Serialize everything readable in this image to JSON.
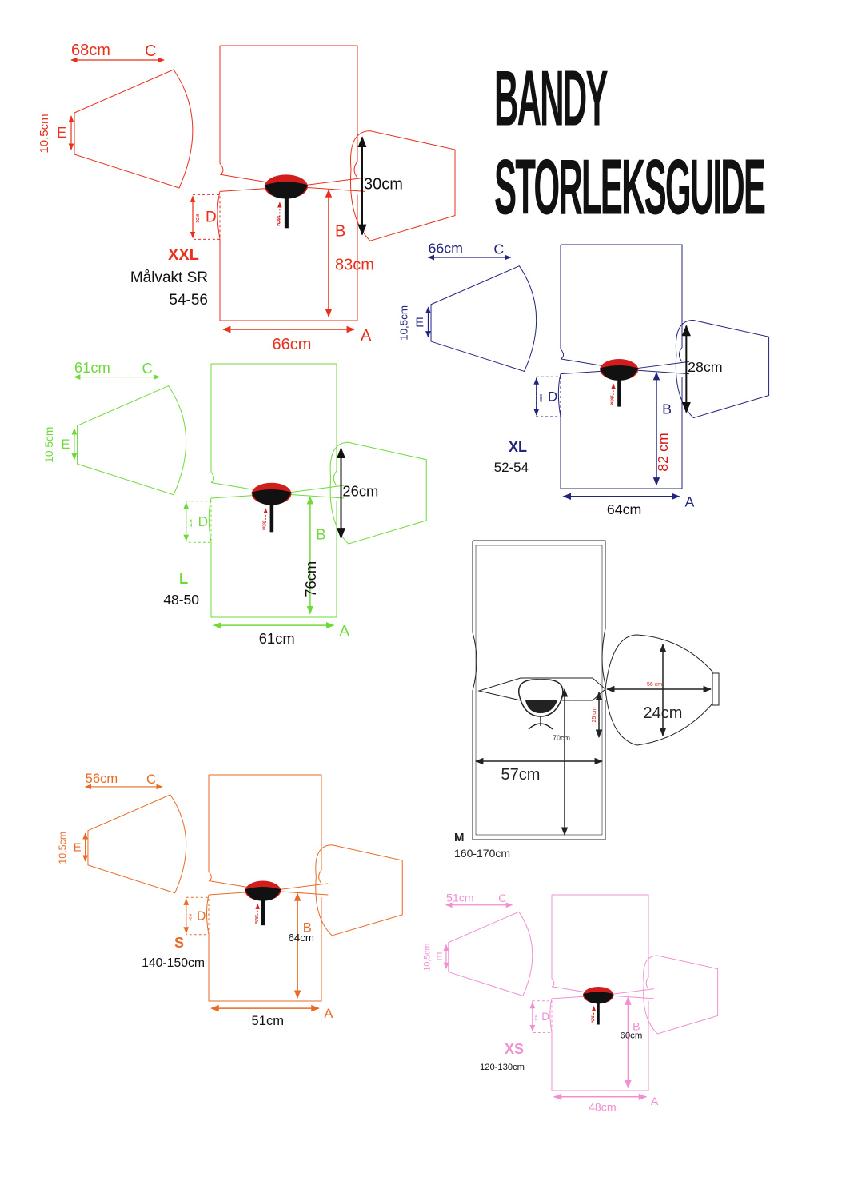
{
  "title": {
    "line1": "BANDY",
    "line2": "STORLEKSGUIDE"
  },
  "colors": {
    "xxl": "#e8301c",
    "xl": "#23247e",
    "l": "#6fd93a",
    "m": "#222222",
    "s": "#ea6a26",
    "xs": "#f28fd3",
    "dark": "#111111",
    "red": "#d21d1d"
  },
  "sizes": [
    {
      "key": "xxl",
      "size": "XXL",
      "line1": "Målvakt SR",
      "line2": "54-56",
      "c_value": "68cm",
      "c_letter": "C",
      "e_value": "10,5cm",
      "e_letter": "E",
      "d_letter": "D",
      "d_small": "3CM",
      "neck_small": "18CM",
      "sleeve_value": "30cm",
      "b_letter": "B",
      "b_value": "83cm",
      "a_value": "66cm",
      "a_letter": "A"
    },
    {
      "key": "xl",
      "size": "XL",
      "line1": "52-54",
      "line2": "",
      "c_value": "66cm",
      "c_letter": "C",
      "e_value": "10,5cm",
      "e_letter": "E",
      "d_letter": "D",
      "d_small": "3CM",
      "neck_small": "18CM",
      "sleeve_value": "28cm",
      "b_letter": "B",
      "b_value": "82 cm",
      "a_value": "64cm",
      "a_letter": "A"
    },
    {
      "key": "l",
      "size": "L",
      "line1": "48-50",
      "line2": "",
      "c_value": "61cm",
      "c_letter": "C",
      "e_value": "10,5cm",
      "e_letter": "E",
      "d_letter": "D",
      "d_small": "3CM",
      "neck_small": "18CM",
      "sleeve_value": "26cm",
      "b_letter": "B",
      "b_value": "76cm",
      "a_value": "61cm",
      "a_letter": "A"
    },
    {
      "key": "s",
      "size": "S",
      "line1": "140-150cm",
      "line2": "",
      "c_value": "56cm",
      "c_letter": "C",
      "e_value": "10,5cm",
      "e_letter": "E",
      "d_letter": "D",
      "d_small": "3CM",
      "neck_small": "18CM",
      "sleeve_value": "",
      "b_letter": "B",
      "b_value": "64cm",
      "a_value": "51cm",
      "a_letter": "A"
    },
    {
      "key": "xs",
      "size": "XS",
      "line1": "120-130cm",
      "line2": "",
      "c_value": "51cm",
      "c_letter": "C",
      "e_value": "10,5cm",
      "e_letter": "E",
      "d_letter": "D",
      "d_small": "3CM",
      "neck_small": "18CM",
      "sleeve_value": "",
      "b_letter": "B",
      "b_value": "60cm",
      "a_value": "48cm",
      "a_letter": "A"
    }
  ],
  "medium": {
    "size": "M",
    "line1": "160-170cm",
    "sleeve_length": "56 cm",
    "sleeve_width": "24cm",
    "armhole": "25 cm",
    "neck": "70cm",
    "width": "57cm"
  }
}
